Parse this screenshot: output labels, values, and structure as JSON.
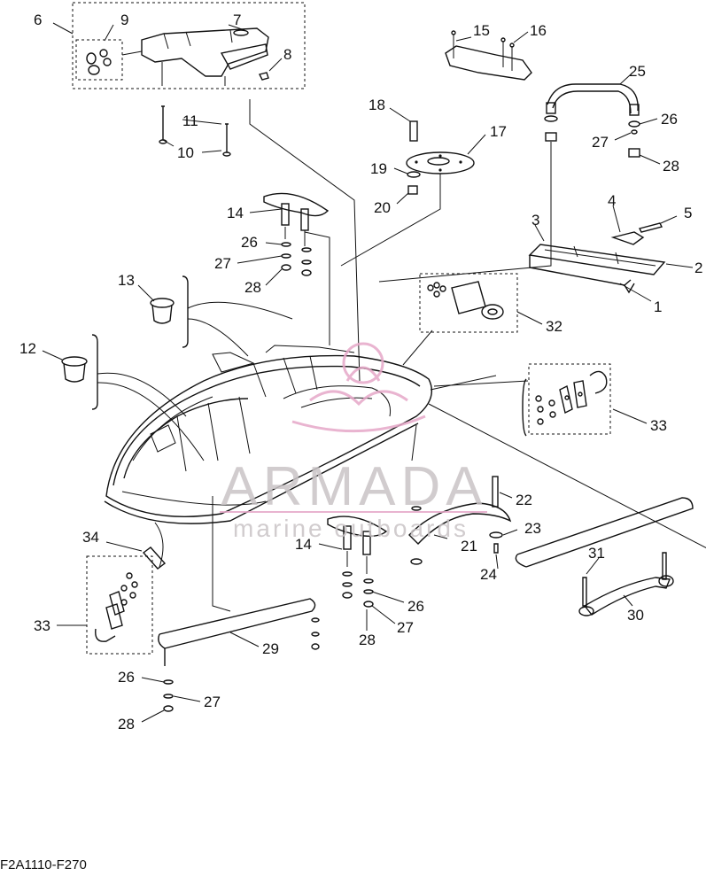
{
  "labels": {
    "n1": "1",
    "n2": "2",
    "n3": "3",
    "n4": "4",
    "n5": "5",
    "n6": "6",
    "n7": "7",
    "n8": "8",
    "n9": "9",
    "n10": "10",
    "n11": "11",
    "n12": "12",
    "n13": "13",
    "n14a": "14",
    "n14b": "14",
    "n15": "15",
    "n16": "16",
    "n17": "17",
    "n18": "18",
    "n19": "19",
    "n20": "20",
    "n21": "21",
    "n22": "22",
    "n23": "23",
    "n24": "24",
    "n25": "25",
    "n26a": "26",
    "n26b": "26",
    "n26c": "26",
    "n26d": "26",
    "n27a": "27",
    "n27b": "27",
    "n27c": "27",
    "n27d": "27",
    "n28a": "28",
    "n28b": "28",
    "n28c": "28",
    "n28d": "28",
    "n29": "29",
    "n30": "30",
    "n31": "31",
    "n32": "32",
    "n33a": "33",
    "n33b": "33",
    "n34": "34"
  },
  "watermark": {
    "brand": "ARMADA",
    "tagline": "marine outboards"
  },
  "footer_code": "F2A1110-F270",
  "colors": {
    "line": "#111111",
    "watermark_pink": "#e6a8c8",
    "watermark_gray": "#c9c4c6"
  }
}
